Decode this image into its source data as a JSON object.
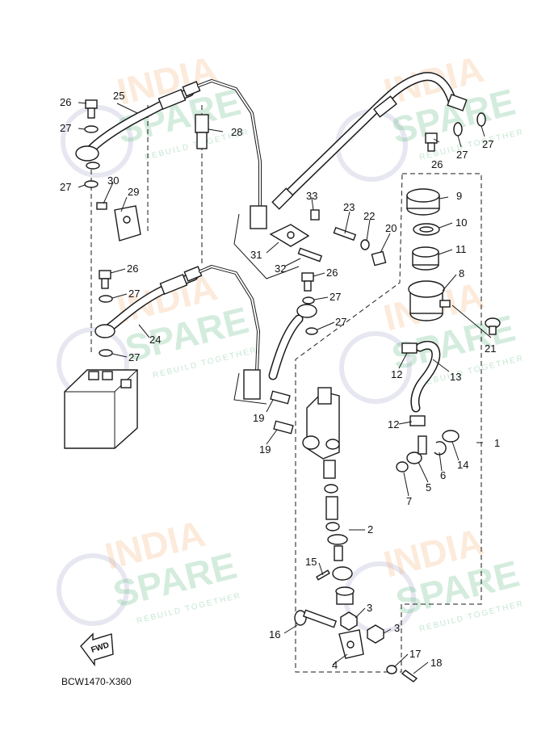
{
  "diagram_code": "BCW1470-X360",
  "fwd_label": "FWD",
  "watermark": {
    "line1": "INDIA",
    "line2": "SPARE",
    "tagline": "REBUILD TOGETHER"
  },
  "callouts": {
    "c1": "1",
    "c2": "2",
    "c3a": "3",
    "c3b": "3",
    "c4": "4",
    "c5": "5",
    "c6": "6",
    "c7": "7",
    "c8": "8",
    "c9": "9",
    "c10": "10",
    "c11": "11",
    "c12a": "12",
    "c12b": "12",
    "c13": "13",
    "c14": "14",
    "c15": "15",
    "c16": "16",
    "c17": "17",
    "c18": "18",
    "c19a": "19",
    "c19b": "19",
    "c20": "20",
    "c21": "21",
    "c22": "22",
    "c23": "23",
    "c24": "24",
    "c25": "25",
    "c26a": "26",
    "c26b": "26",
    "c26c": "26",
    "c26d": "26",
    "c27a": "27",
    "c27b": "27",
    "c27c": "27",
    "c27d": "27",
    "c27e": "27",
    "c27f": "27",
    "c27g": "27",
    "c27h": "27",
    "c28": "28",
    "c29": "29",
    "c30": "30",
    "c31": "31",
    "c32": "32",
    "c33": "33"
  }
}
